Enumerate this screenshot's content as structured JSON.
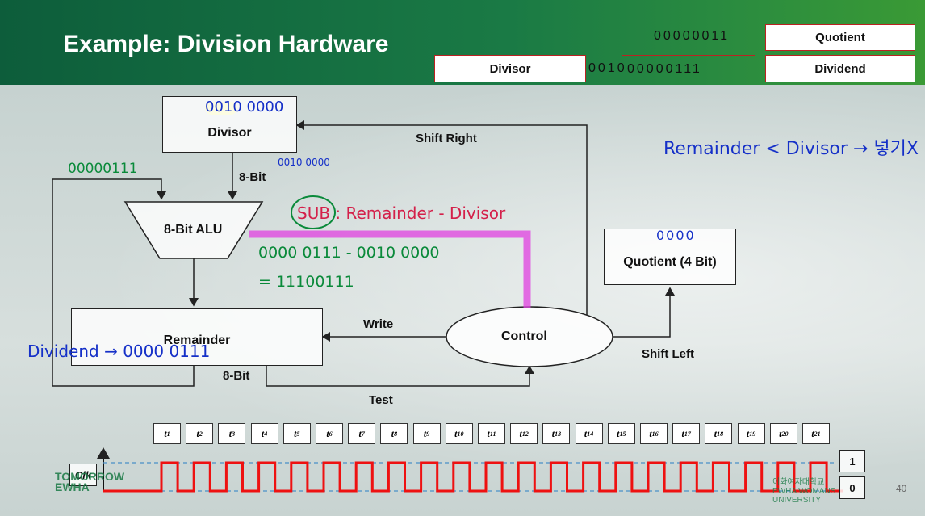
{
  "slide": {
    "title": "Example: Division Hardware",
    "page_number": "40"
  },
  "header_registers": {
    "quotient_bits": "00000011",
    "quotient_label": "Quotient",
    "divisor_label": "Divisor",
    "divisor_bits": "0010",
    "dividend_bits": "00000111",
    "dividend_label": "Dividend"
  },
  "diagram": {
    "divisor_box": "Divisor",
    "alu_box": "8-Bit ALU",
    "remainder_box": "Remainder",
    "control_box": "Control",
    "quotient_box": "Quotient (4 Bit)",
    "shift_right": "Shift Right",
    "alu_input_width": "8-Bit",
    "remainder_width": "8-Bit",
    "write_label": "Write",
    "test_label": "Test",
    "shift_left": "Shift Left"
  },
  "annotations": {
    "divisor_value": "0010 0000",
    "alu_divisor_value": "0010 0000",
    "remainder_value_top": "00000111",
    "sub_note": "SUB : Remainder - Divisor",
    "sub_expression": "0000 0111 - 0010 0000",
    "sub_result": "= 11100111",
    "remainder_note": "Remainder < Divisor → 넣기X",
    "dividend_note": "Dividend → 0000 0111",
    "quotient_value": "0000"
  },
  "timing": {
    "clock_label": "Clk",
    "ticks": [
      "t1",
      "t2",
      "t3",
      "t4",
      "t5",
      "t6",
      "t7",
      "t8",
      "t9",
      "t10",
      "t11",
      "t12",
      "t13",
      "t14",
      "t15",
      "t16",
      "t17",
      "t18",
      "t19",
      "t20",
      "t21"
    ],
    "level_high": "1",
    "level_low": "0"
  },
  "footer": {
    "left_logo": "TOMORROW EWHA",
    "right_logo": "이화여자대학교 EWHA WOMANS UNIVERSITY"
  },
  "colors": {
    "header_green": "#1a7a45",
    "clock_red": "#e11",
    "highlight_pink": "#e040e0",
    "ink_blue": "#1530c8",
    "ink_green": "#0a8a3a",
    "ink_red": "#d4204a"
  }
}
